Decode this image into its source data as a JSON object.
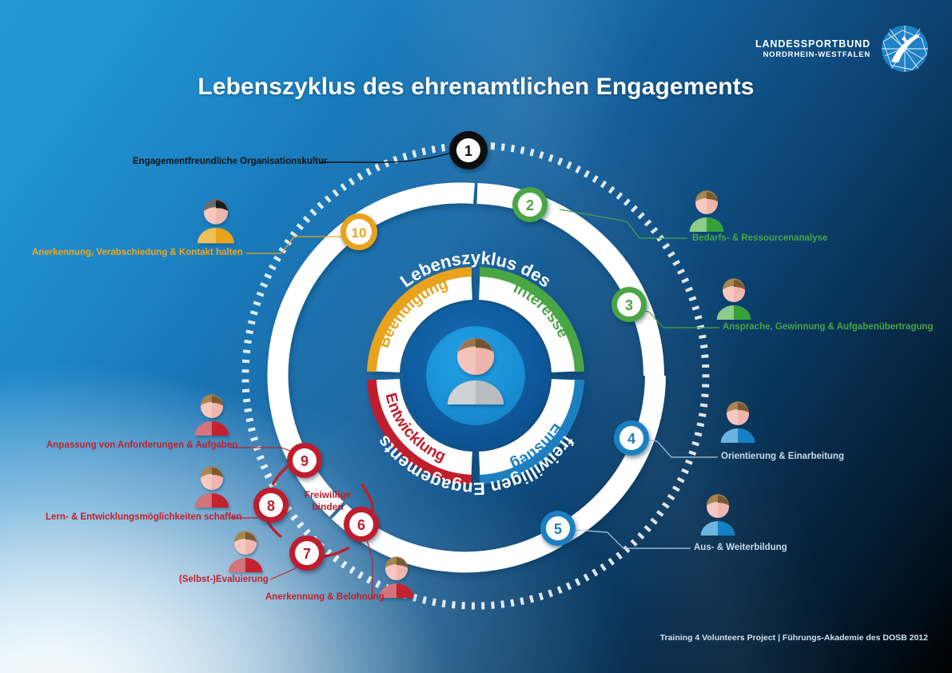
{
  "header": {
    "title": "Lebenszyklus des ehrenamtlichen Engagements",
    "logo_line1": "LANDESSPORTBUND",
    "logo_line2": "NORDRHEIN-WESTFALEN",
    "logo_icon": "lsb-globe-icon"
  },
  "footer": {
    "credit": "Training 4 Volunteers Project | Führungs-Akademie des DOSB 2012"
  },
  "center": {
    "title_top": "Lebenszyklus des",
    "title_bottom": "freiwilligen Engagements",
    "avatar_icon": "person-avatar-icon"
  },
  "inner_cycle": {
    "label_line1": "Freiwillige",
    "label_line2": "binden"
  },
  "phases": [
    {
      "name": "Interesse",
      "color": "#4aa545"
    },
    {
      "name": "Einstieg",
      "color": "#1e7fc0"
    },
    {
      "name": "Entwicklung",
      "color": "#bf1f2d"
    },
    {
      "name": "Beendigung",
      "color": "#e8a31d"
    }
  ],
  "steps": [
    {
      "number": "1",
      "label": "Engagementfreundliche Organisationskultur",
      "color": "#111111",
      "avatar": false
    },
    {
      "number": "2",
      "label": "Bedarfs- & Ressourcenanalyse",
      "color": "#4aa545",
      "avatar": true
    },
    {
      "number": "3",
      "label": "Ansprache, Gewinnung & Aufgabenübertragung",
      "color": "#4aa545",
      "avatar": true
    },
    {
      "number": "4",
      "label": "Orientierung & Einarbeitung",
      "color": "#1e7fc0",
      "avatar": true
    },
    {
      "number": "5",
      "label": "Aus- & Weiterbildung",
      "color": "#1e7fc0",
      "avatar": true
    },
    {
      "number": "6",
      "label": "Anerkennung & Belohnung",
      "color": "#bf1f2d",
      "avatar": true
    },
    {
      "number": "7",
      "label": "(Selbst-)Evaluierung",
      "color": "#bf1f2d",
      "avatar": true
    },
    {
      "number": "8",
      "label": "Lern- & Entwicklungsmöglichkeiten schaffen",
      "color": "#bf1f2d",
      "avatar": true
    },
    {
      "number": "9",
      "label": "Anpassung von Anforderungen & Aufgaben",
      "color": "#bf1f2d",
      "avatar": true
    },
    {
      "number": "10",
      "label": "Anerkennung, Verabschiedung & Kontakt halten",
      "color": "#e8a31d",
      "avatar": true
    }
  ],
  "colors": {
    "green": "#4aa545",
    "blue": "#1e7fc0",
    "red": "#bf1f2d",
    "orange": "#e8a31d",
    "black": "#111111",
    "light_blue_label": "#c6dced",
    "ring_white": "#ffffff",
    "hub_dark_blue": "#0f5ca0",
    "hub_mid_blue": "#1c8ed6"
  }
}
